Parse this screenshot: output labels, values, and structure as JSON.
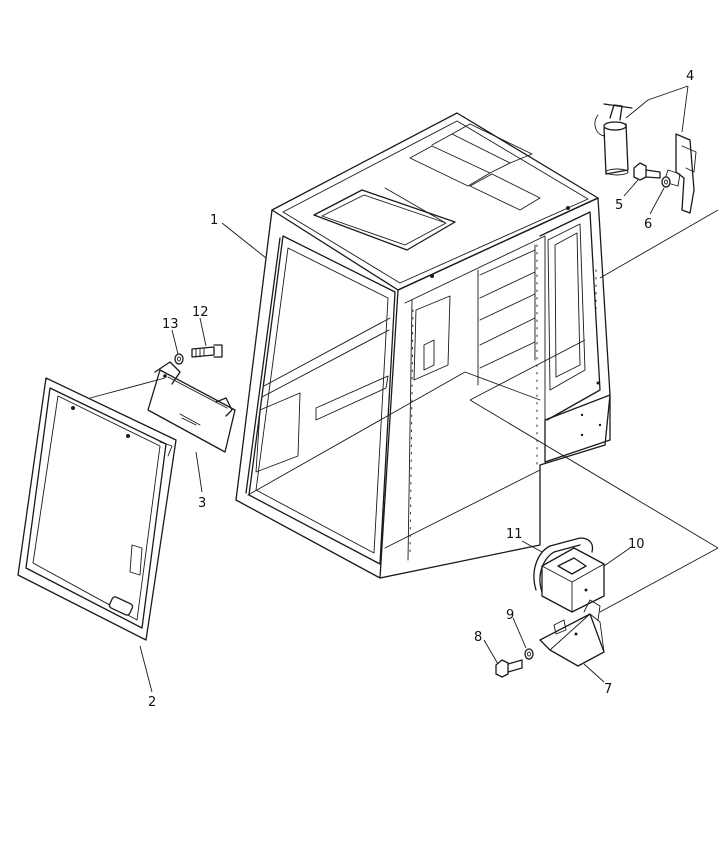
{
  "diagram": {
    "callouts": [
      {
        "id": "1",
        "text": "1"
      },
      {
        "id": "2",
        "text": "2"
      },
      {
        "id": "3",
        "text": "3"
      },
      {
        "id": "4",
        "text": "4"
      },
      {
        "id": "5",
        "text": "5"
      },
      {
        "id": "6",
        "text": "6"
      },
      {
        "id": "7",
        "text": "7"
      },
      {
        "id": "8",
        "text": "8"
      },
      {
        "id": "9",
        "text": "9"
      },
      {
        "id": "10",
        "text": "10"
      },
      {
        "id": "11",
        "text": "11"
      },
      {
        "id": "12",
        "text": "12"
      },
      {
        "id": "13",
        "text": "13"
      }
    ]
  }
}
